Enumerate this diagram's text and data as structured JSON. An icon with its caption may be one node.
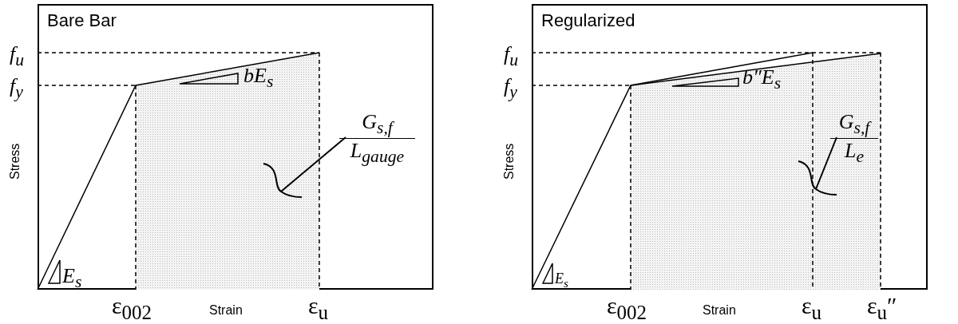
{
  "diagram": {
    "nodes": [
      {
        "text": [
          "Bare Bar"
        ]
      },
      {
        "text": [],
        "shape": "box",
        "in": 0
      },
      {
        "text": [
          "G$_{s,f}$",
          "L$_{gauge}$"
        ],
        "in": 0
      },
      {
        "text": [
          "Regularized"
        ]
      },
      {
        "text": [],
        "shape": "box",
        "in": 3
      },
      {
        "text": [
          "G$_{s,f}$",
          "L$_{e}$"
        ],
        "in": 4
      }
    ],
    "edges": [
      {
        "from": 2,
        "to": 1,
        "arrow": "none"
      },
      {
        "from": 5,
        "to": 4,
        "arrow": "none"
      }
    ],
    "labels": [
      "f$_{u}$",
      "bE$_{s}$",
      "f$_{y}$",
      "Stress",
      "E$_{s}$",
      "ε$_{002}$",
      "Strain",
      "ε$_{u}$",
      "f$_{u}$",
      "b″E$_{s}$",
      "f$_{y}$",
      "Stress",
      "E$_{s}$",
      "ε$_{002}$",
      "Strain",
      "ε$_{u}$",
      "ε$_{u}$″"
    ]
  }
}
